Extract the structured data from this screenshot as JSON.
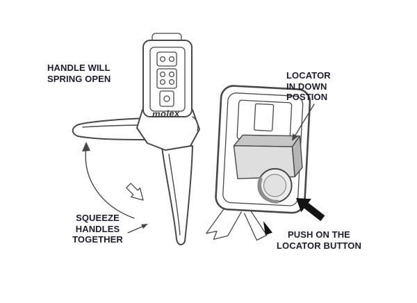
{
  "figure": {
    "background": "#ffffff",
    "line_color": "#474747",
    "text_color": "#1c1c2e",
    "shading_light": "#dedede",
    "shading_dark": "#b5b5b5"
  },
  "brand": {
    "tool_logo": "molex"
  },
  "labels": {
    "handle_spring": "HANDLE WILL\nSPRING OPEN",
    "squeeze_handles": "SQUEEZE\nHANDLES\nTOGETHER",
    "locator_down": "LOCATOR\nIN DOWN\nPOSTION",
    "push_locator": "PUSH ON THE\nLOCATOR BUTTON"
  },
  "icons": {
    "spring_open_arc_arrow": "curved-motion-arrow",
    "squeeze_block_arrow": "outline-arrow-down-right",
    "squeeze_leader_arrow": "thin-arrow",
    "locator_leader_arrow": "thin-arrow",
    "push_arrow": "solid-black-arrow"
  }
}
